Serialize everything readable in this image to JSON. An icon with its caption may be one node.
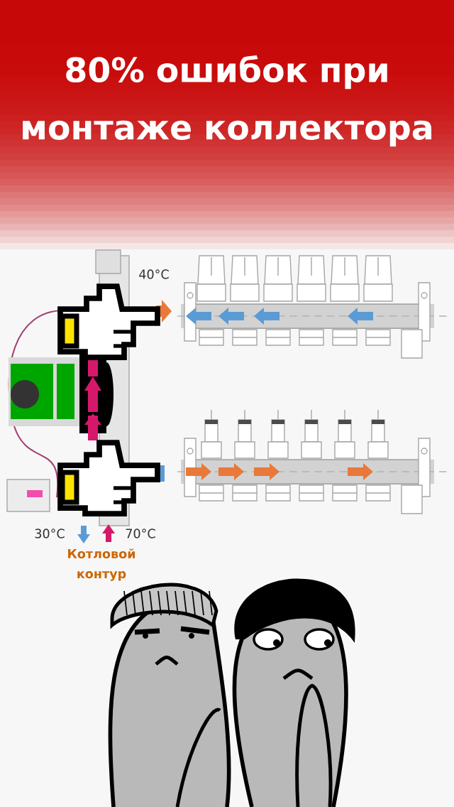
{
  "diagram": {
    "title": "80% ошибок при монтаже коллектора",
    "labels": [
      "40°C",
      "30°C",
      "70°C",
      "Котловой контур"
    ]
  }
}
